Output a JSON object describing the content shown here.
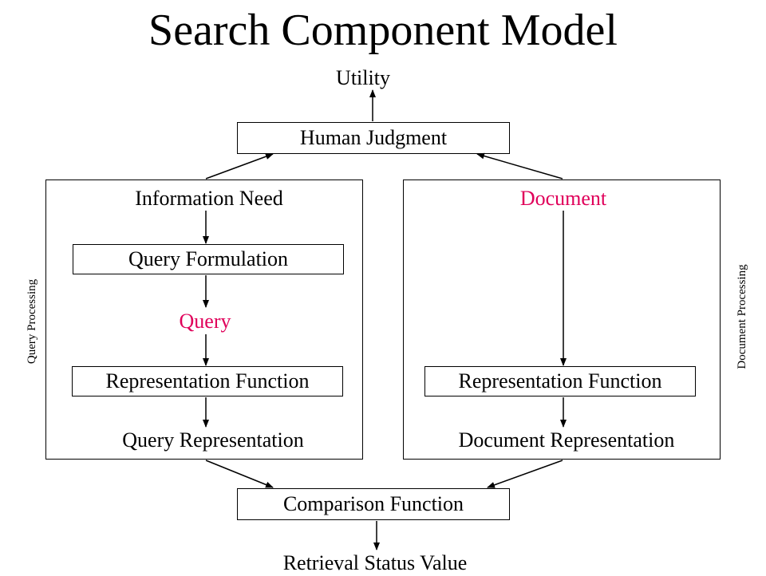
{
  "title": "Search Component Model",
  "colors": {
    "accent": "#e0005a",
    "line": "#000000"
  },
  "nodes": {
    "utility": "Utility",
    "human_judgment": "Human  Judgment",
    "information_need": "Information Need",
    "query_formulation": "Query Formulation",
    "query": "Query",
    "query_representation_function": "Representation Function",
    "query_representation": "Query Representation",
    "document": "Document",
    "document_representation_function": "Representation Function",
    "document_representation": "Document Representation",
    "comparison_function": "Comparison Function",
    "retrieval_status_value": "Retrieval Status Value"
  },
  "side_labels": {
    "query_processing": "Query   Processing",
    "document_processing": "Document   Processing"
  }
}
